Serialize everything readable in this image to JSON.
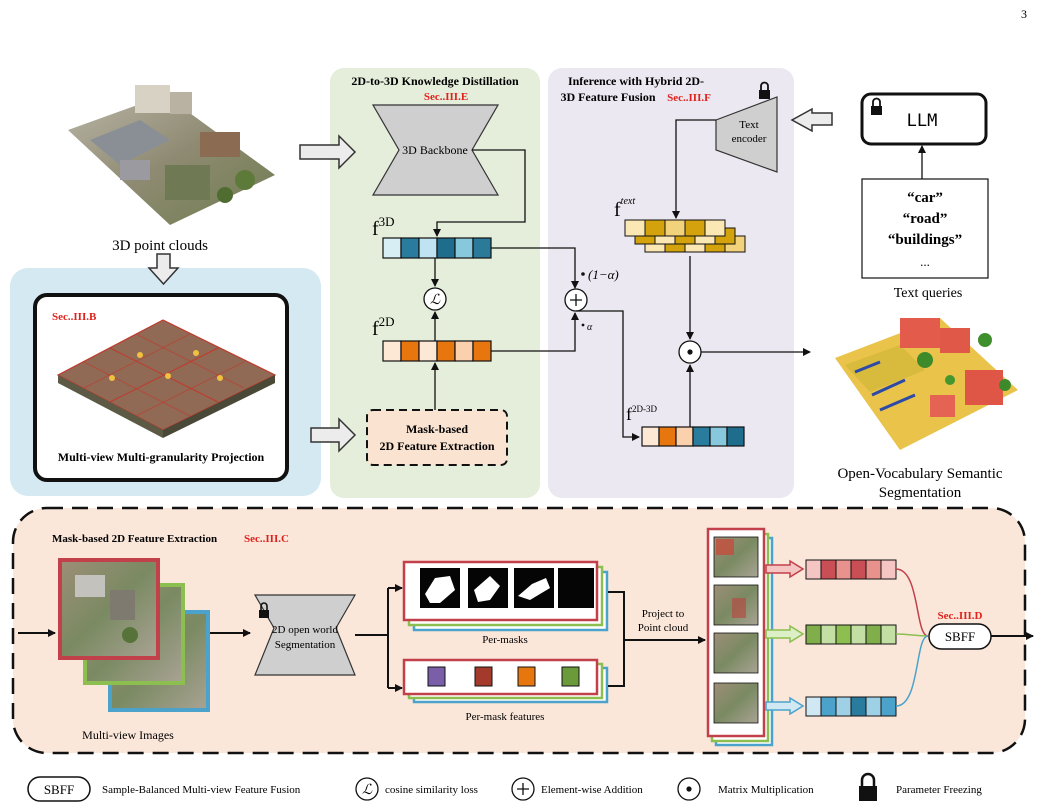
{
  "page_number": "3",
  "point_clouds_label": "3D point clouds",
  "projection": {
    "sec": "Sec..III.B",
    "title": "Multi-view Multi-granularity Projection"
  },
  "distill": {
    "title": "2D-to-3D Knowledge Distillation",
    "sec": "Sec..III.E",
    "backbone": "3D Backbone",
    "f3d_main": "f",
    "f3d_sup": "3D",
    "f2d_main": "f",
    "f2d_sup": "2D",
    "loss_symbol": "ℒ"
  },
  "mask_box": {
    "line1": "Mask-based",
    "line2": "2D Feature Extraction"
  },
  "inference": {
    "title_line1": "Inference with Hybrid 2D-",
    "title_line2": "3D Feature Fusion",
    "sec": "Sec..III.F",
    "text_encoder_line1": "Text",
    "text_encoder_line2": "encoder",
    "ftext_main": "f",
    "ftext_sup": "text",
    "fhybrid_main": "f",
    "fhybrid_sup": "2D-3D",
    "weight_1minus": "(1−α)",
    "weight_alpha": "α"
  },
  "llm_label": "LLM",
  "text_queries": {
    "items": [
      "“car”",
      "“road”",
      "“buildings”",
      "..."
    ],
    "caption": "Text queries"
  },
  "output_label": {
    "line1": "Open-Vocabulary Semantic",
    "line2": "Segmentation"
  },
  "bottom": {
    "title": "Mask-based 2D Feature Extraction",
    "sec": "Sec..III.C",
    "multiview_caption": "Multi-view Images",
    "seg_line1": "2D open world",
    "seg_line2": "Segmentation",
    "per_masks": "Per-masks",
    "per_mask_features": "Per-mask features",
    "project_line1": "Project to",
    "project_line2": "Point cloud",
    "sbff_sec": "Sec..III.D",
    "sbff": "SBFF"
  },
  "legend": {
    "sbff_badge": "SBFF",
    "sbff_text": "Sample-Balanced Multi-view Feature Fusion",
    "loss_text": "cosine similarity loss",
    "add_text": "Element-wise Addition",
    "matmul_text": "Matrix Multiplication",
    "freeze_text": "Parameter Freezing"
  },
  "colors": {
    "green_panel": "#e5eedb",
    "lavender_panel": "#ebe8f1",
    "blue_panel": "#d5e9f3",
    "peach_panel": "#fbe7da",
    "sec_red": "#e0201b",
    "teal": "#1e7f9e",
    "orange": "#e8760f",
    "gold": "#d4a20d",
    "mask_red": "#c2404a"
  },
  "icons": [
    "lock-icon",
    "plus-circle-icon",
    "dot-circle-icon",
    "loss-circle-icon",
    "arrow-right-icon",
    "arrow-down-icon"
  ]
}
